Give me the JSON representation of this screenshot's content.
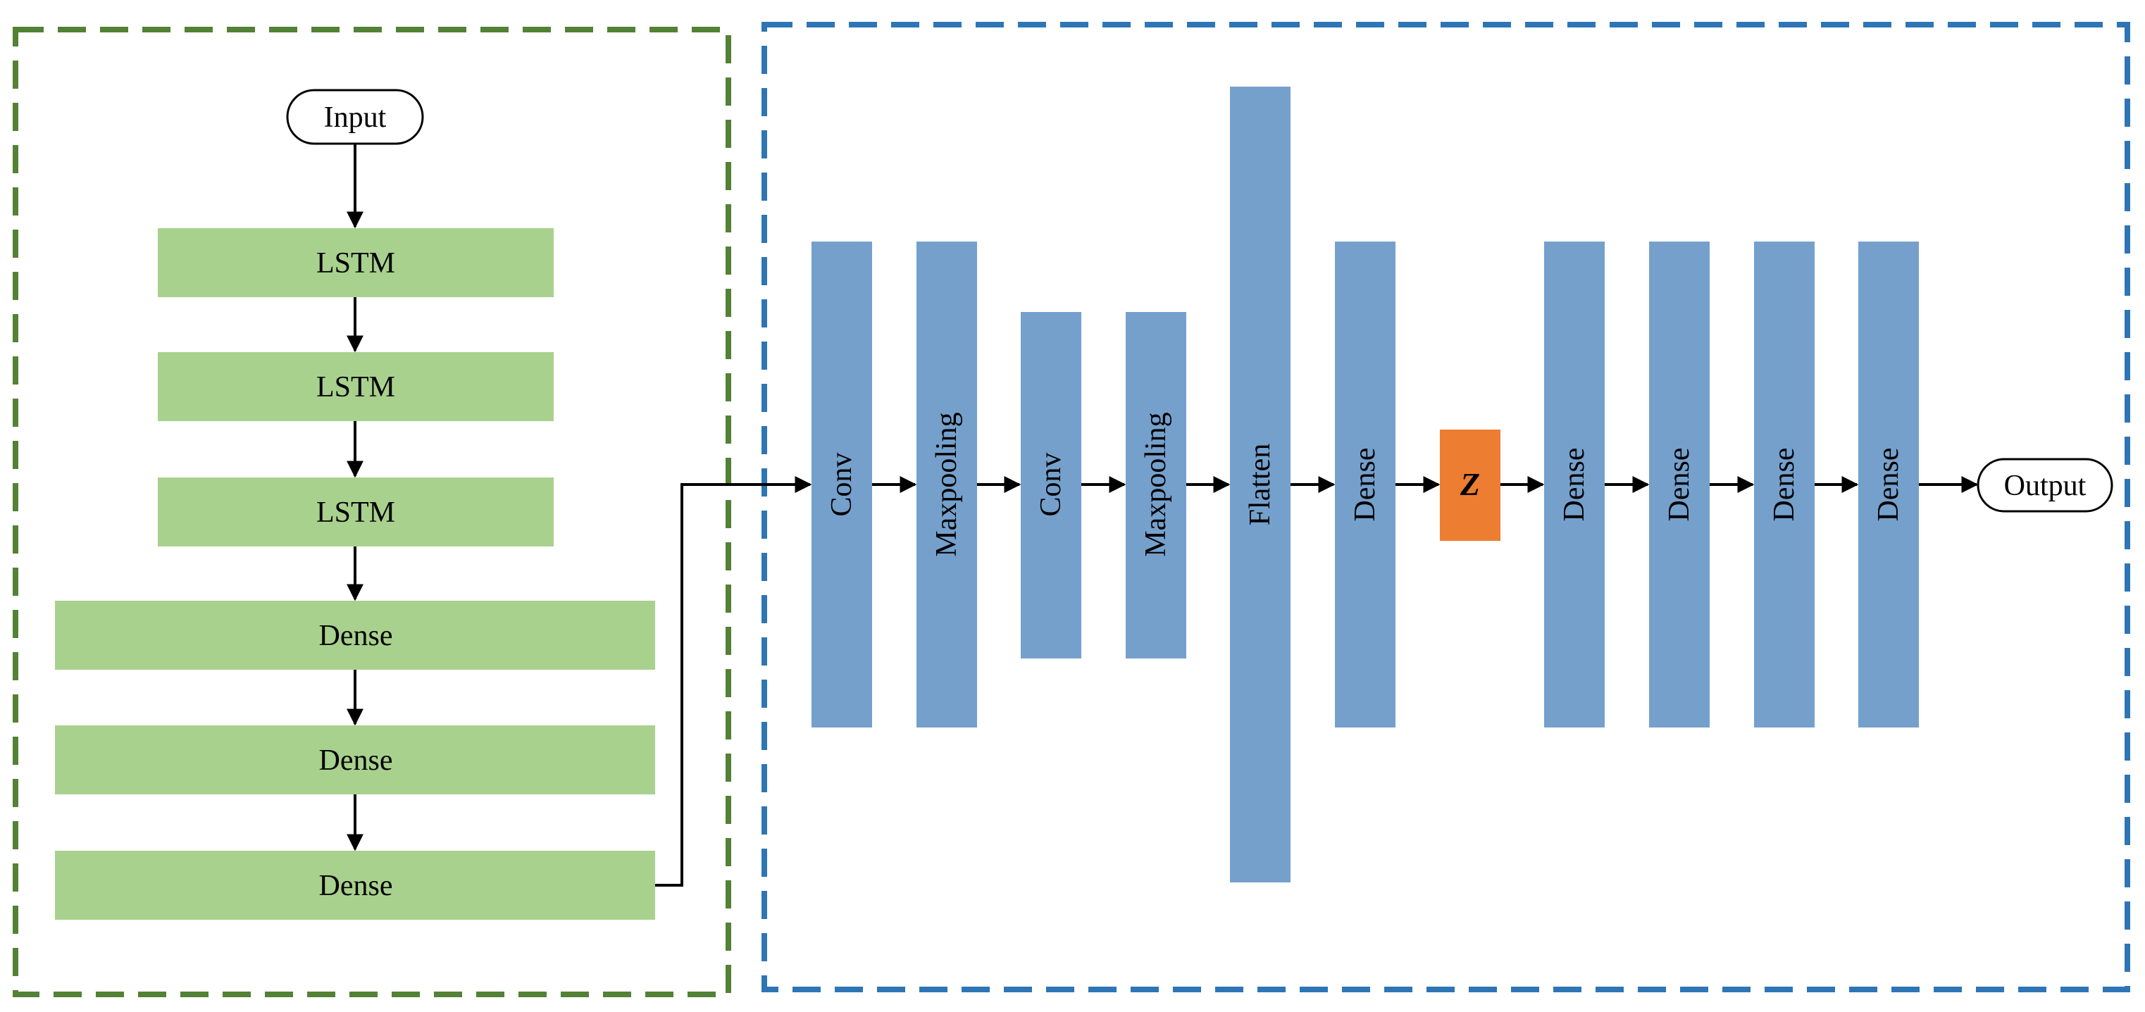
{
  "diagram": {
    "lstm_branch": {
      "input_label": "Input",
      "layers": [
        "LSTM",
        "LSTM",
        "LSTM",
        "Dense",
        "Dense",
        "Dense"
      ]
    },
    "cnn_branch": {
      "layers": [
        "Conv",
        "Maxpooling",
        "Conv",
        "Maxpooling",
        "Flatten",
        "Dense"
      ],
      "latent_label": "Z",
      "decoder_layers": [
        "Dense",
        "Dense",
        "Dense",
        "Dense"
      ],
      "output_label": "Output"
    },
    "colors": {
      "lstm_box_fill": "#a9d18e",
      "cnn_box_fill": "#75a0cc",
      "latent_fill": "#ed7d31",
      "lstm_frame": "#538135",
      "cnn_frame": "#2e75b6",
      "arrow": "#000000"
    }
  }
}
